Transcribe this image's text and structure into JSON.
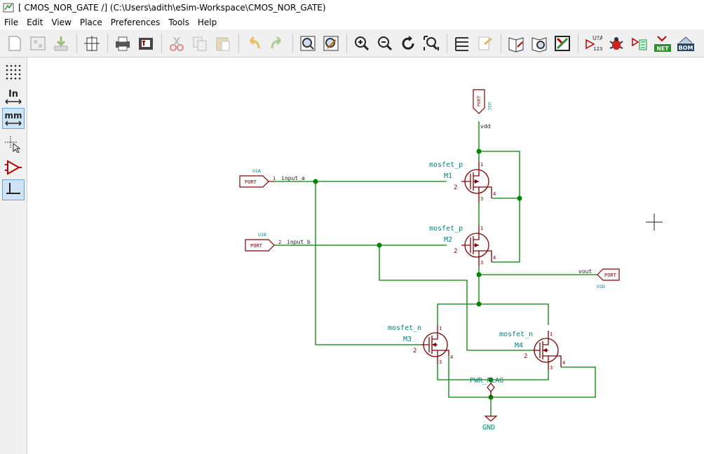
{
  "window": {
    "title": "[ CMOS_NOR_GATE /] (C:\\Users\\adith\\eSim-Workspace\\CMOS_NOR_GATE)"
  },
  "menu": [
    "File",
    "Edit",
    "View",
    "Place",
    "Preferences",
    "Tools",
    "Help"
  ],
  "toolbar": {
    "annotate_label": "U?A",
    "annotate_sub": "123",
    "netlist_label": "NET",
    "bom_label": "BOM"
  },
  "left_toolbar": {
    "inch_label": "In",
    "mm_label": "mm"
  },
  "schematic": {
    "ports": {
      "top": {
        "label": "PORT",
        "ref": "U1C",
        "net": "vdd"
      },
      "in_a": {
        "label": "PORT",
        "ref": "U1A",
        "pin": "1",
        "net": "input_a"
      },
      "in_b": {
        "label": "PORT",
        "ref": "U1B",
        "pin": "2",
        "net": "input_b"
      },
      "out": {
        "label": "PORT",
        "ref": "U1D",
        "net": "vout"
      }
    },
    "transistors": {
      "m1": {
        "value": "mosfet_p",
        "ref": "M1"
      },
      "m2": {
        "value": "mosfet_p",
        "ref": "M2"
      },
      "m3": {
        "value": "mosfet_n",
        "ref": "M3"
      },
      "m4": {
        "value": "mosfet_n",
        "ref": "M4"
      }
    },
    "pins": {
      "p1": "1",
      "p2": "2",
      "p3": "3",
      "p4": "4"
    },
    "pwr_flag": "PWR_FLAG",
    "gnd": "GND"
  },
  "colors": {
    "wire": "#008400",
    "component": "#840000",
    "label_text": "#008484",
    "junction": "#008400"
  }
}
